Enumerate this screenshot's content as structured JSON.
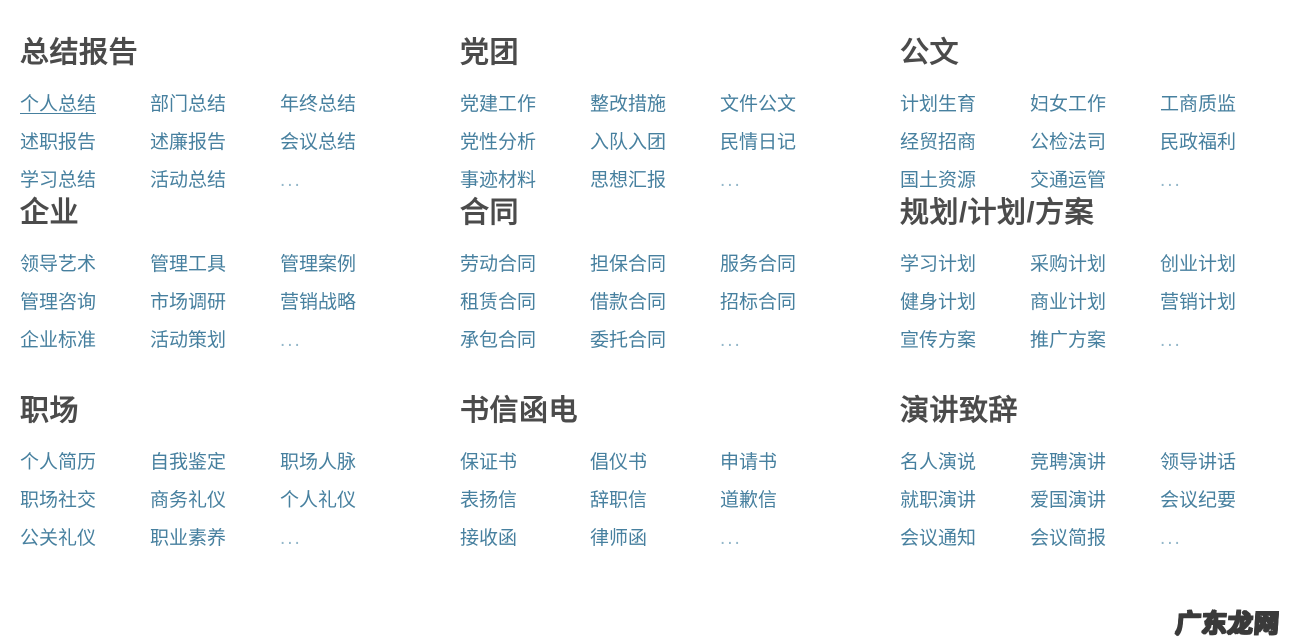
{
  "page": {
    "background_color": "#ffffff",
    "link_color": "#47809f",
    "heading_color": "#4b4b4b",
    "more_color": "#93b7c9",
    "watermark_text": "广东龙网"
  },
  "groups": [
    {
      "id": "summary-report",
      "title": "总结报告",
      "links": [
        {
          "label": "个人总结",
          "active": false
        },
        {
          "label": "部门总结",
          "active": false
        },
        {
          "label": "年终总结",
          "active": false
        },
        {
          "label": "述职报告",
          "active": false
        },
        {
          "label": "述廉报告",
          "active": false
        },
        {
          "label": "会议总结",
          "active": true
        },
        {
          "label": "学习总结",
          "active": false
        },
        {
          "label": "活动总结",
          "active": false
        },
        {
          "label": "...",
          "active": false,
          "more": true
        }
      ]
    },
    {
      "id": "party-league",
      "title": "党团",
      "links": [
        {
          "label": "党建工作",
          "active": false
        },
        {
          "label": "整改措施",
          "active": false
        },
        {
          "label": "文件公文",
          "active": false
        },
        {
          "label": "党性分析",
          "active": false
        },
        {
          "label": "入队入团",
          "active": false
        },
        {
          "label": "民情日记",
          "active": false
        },
        {
          "label": "事迹材料",
          "active": false
        },
        {
          "label": "思想汇报",
          "active": false
        },
        {
          "label": "...",
          "active": false,
          "more": true
        }
      ]
    },
    {
      "id": "official-document",
      "title": "公文",
      "links": [
        {
          "label": "计划生育",
          "active": false
        },
        {
          "label": "妇女工作",
          "active": false
        },
        {
          "label": "工商质监",
          "active": false
        },
        {
          "label": "经贸招商",
          "active": false
        },
        {
          "label": "公检法司",
          "active": false
        },
        {
          "label": "民政福利",
          "active": false
        },
        {
          "label": "国土资源",
          "active": false
        },
        {
          "label": "交通运管",
          "active": false
        },
        {
          "label": "...",
          "active": false,
          "more": true
        }
      ]
    },
    {
      "id": "enterprise",
      "title": "企业",
      "links": [
        {
          "label": "领导艺术",
          "active": false
        },
        {
          "label": "管理工具",
          "active": false
        },
        {
          "label": "管理案例",
          "active": false
        },
        {
          "label": "管理咨询",
          "active": false
        },
        {
          "label": "市场调研",
          "active": false
        },
        {
          "label": "营销战略",
          "active": false
        },
        {
          "label": "企业标准",
          "active": false
        },
        {
          "label": "活动策划",
          "active": false
        },
        {
          "label": "...",
          "active": false,
          "more": true
        }
      ]
    },
    {
      "id": "contract",
      "title": "合同",
      "links": [
        {
          "label": "劳动合同",
          "active": false
        },
        {
          "label": "担保合同",
          "active": false
        },
        {
          "label": "服务合同",
          "active": false
        },
        {
          "label": "租赁合同",
          "active": false
        },
        {
          "label": "借款合同",
          "active": false
        },
        {
          "label": "招标合同",
          "active": false
        },
        {
          "label": "承包合同",
          "active": false
        },
        {
          "label": "委托合同",
          "active": false
        },
        {
          "label": "...",
          "active": false,
          "more": true
        }
      ]
    },
    {
      "id": "plan-scheme",
      "title": "规划/计划/方案",
      "links": [
        {
          "label": "学习计划",
          "active": false
        },
        {
          "label": "采购计划",
          "active": false
        },
        {
          "label": "创业计划",
          "active": false
        },
        {
          "label": "健身计划",
          "active": false
        },
        {
          "label": "商业计划",
          "active": false
        },
        {
          "label": "营销计划",
          "active": false
        },
        {
          "label": "宣传方案",
          "active": false
        },
        {
          "label": "推广方案",
          "active": false
        },
        {
          "label": "...",
          "active": false,
          "more": true
        }
      ]
    },
    {
      "id": "workplace",
      "title": "职场",
      "links": [
        {
          "label": "个人简历",
          "active": false
        },
        {
          "label": "自我鉴定",
          "active": false
        },
        {
          "label": "职场人脉",
          "active": false
        },
        {
          "label": "职场社交",
          "active": false
        },
        {
          "label": "商务礼仪",
          "active": false
        },
        {
          "label": "个人礼仪",
          "active": false
        },
        {
          "label": "公关礼仪",
          "active": false
        },
        {
          "label": "职业素养",
          "active": false
        },
        {
          "label": "...",
          "active": false,
          "more": true
        }
      ]
    },
    {
      "id": "letters",
      "title": "书信函电",
      "links": [
        {
          "label": "保证书",
          "active": false
        },
        {
          "label": "倡仪书",
          "active": false
        },
        {
          "label": "申请书",
          "active": false
        },
        {
          "label": "表扬信",
          "active": false
        },
        {
          "label": "辞职信",
          "active": false
        },
        {
          "label": "道歉信",
          "active": false
        },
        {
          "label": "接收函",
          "active": false
        },
        {
          "label": "律师函",
          "active": false
        },
        {
          "label": "...",
          "active": false,
          "more": true
        }
      ]
    },
    {
      "id": "speech",
      "title": "演讲致辞",
      "links": [
        {
          "label": "名人演说",
          "active": false
        },
        {
          "label": "竞聘演讲",
          "active": false
        },
        {
          "label": "领导讲话",
          "active": false
        },
        {
          "label": "就职演讲",
          "active": false
        },
        {
          "label": "爱国演讲",
          "active": false
        },
        {
          "label": "会议纪要",
          "active": false
        },
        {
          "label": "会议通知",
          "active": false
        },
        {
          "label": "会议简报",
          "active": false
        },
        {
          "label": "...",
          "active": false,
          "more": true
        }
      ]
    }
  ]
}
